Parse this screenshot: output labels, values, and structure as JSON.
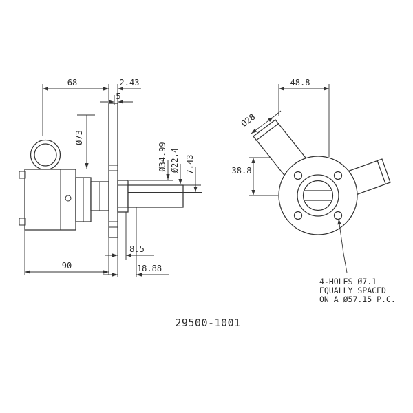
{
  "drawing": {
    "part_number": "29500-1001",
    "side_view": {
      "dim_68": "68",
      "dim_2_43": "2.43",
      "dim_5": "5",
      "dim_d73": "Ø73",
      "dim_d34_99": "Ø34.99",
      "dim_d22_4": "Ø22.4",
      "dim_7_43": "7.43",
      "dim_8_5": "8.5",
      "dim_90": "90",
      "dim_18_88": "18.88"
    },
    "front_view": {
      "dim_48_8": "48.8",
      "dim_d28": "Ø28",
      "dim_38_8": "38.8",
      "note_line_1": "4-HOLES Ø7.1",
      "note_line_2": "EQUALLY SPACED",
      "note_line_3": "ON A Ø57.15 P.C.",
      "bolt_hole_count": "4"
    },
    "colors": {
      "line": "#333333",
      "text": "#2b2b2b",
      "background": "#ffffff"
    }
  }
}
